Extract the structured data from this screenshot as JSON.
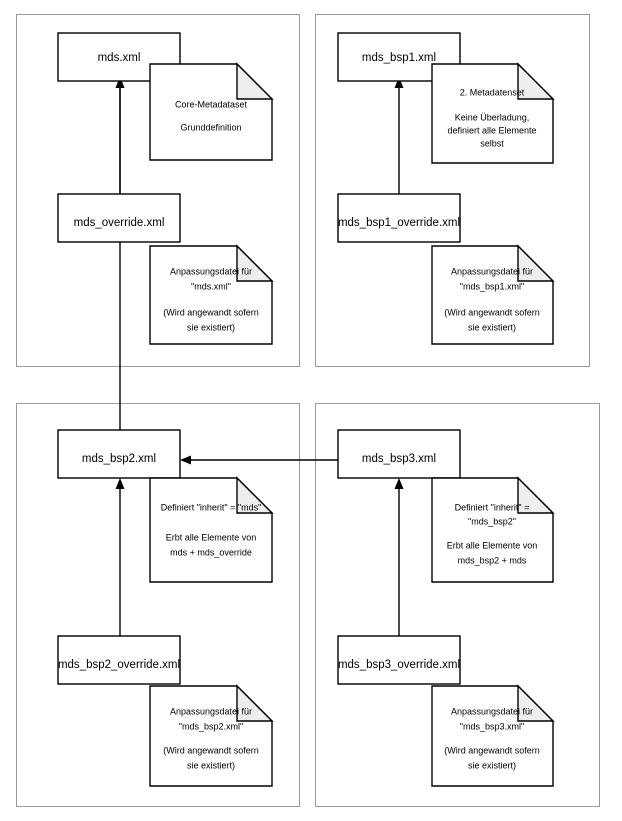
{
  "diagram": {
    "title": "Metadataset inheritance diagram",
    "colors": {
      "panel_border": "#9a9a9a",
      "shape_border": "#000000",
      "shape_fill": "#ffffff",
      "note_fold_fill": "#eeeeee"
    },
    "panels": [
      {
        "id": "panel-mds",
        "box": {
          "label": "mds.xml"
        },
        "note": {
          "lines": [
            "Core-Metadataset",
            "",
            "Grunddefinition"
          ]
        },
        "override_box": {
          "label": "mds_override.xml"
        },
        "override_note": {
          "lines": [
            "Anpassungsdatei für",
            "\"mds.xml\"",
            "",
            "(Wird angewandt sofern",
            "sie existiert)"
          ]
        }
      },
      {
        "id": "panel-mds-bsp1",
        "box": {
          "label": "mds_bsp1.xml"
        },
        "note": {
          "lines": [
            "2. Metadatenset",
            "",
            "Keine Überladung,",
            "definiert alle Elemente",
            "selbst"
          ]
        },
        "override_box": {
          "label": "mds_bsp1_override.xml"
        },
        "override_note": {
          "lines": [
            "Anpassungsdatei für",
            "\"mds_bsp1.xml\"",
            "",
            "(Wird angewandt sofern",
            "sie existiert)"
          ]
        }
      },
      {
        "id": "panel-mds-bsp2",
        "box": {
          "label": "mds_bsp2.xml"
        },
        "note": {
          "lines": [
            "Definiert \"inherit\" = \"mds\"",
            "",
            "Erbt alle Elemente von",
            "mds + mds_override"
          ]
        },
        "override_box": {
          "label": "mds_bsp2_override.xml"
        },
        "override_note": {
          "lines": [
            "Anpassungsdatei für",
            "\"mds_bsp2.xml\"",
            "",
            "(Wird angewandt sofern",
            "sie existiert)"
          ]
        }
      },
      {
        "id": "panel-mds-bsp3",
        "box": {
          "label": "mds_bsp3.xml"
        },
        "note": {
          "lines": [
            "Definiert \"inherit\" =",
            "\"mds_bsp2\"",
            "",
            "Erbt alle Elemente von",
            "mds_bsp2 + mds"
          ]
        },
        "override_box": {
          "label": "mds_bsp3_override.xml"
        },
        "override_note": {
          "lines": [
            "Anpassungsdatei für",
            "\"mds_bsp3.xml\"",
            "",
            "(Wird angewandt sofern",
            "sie existiert)"
          ]
        }
      }
    ]
  }
}
